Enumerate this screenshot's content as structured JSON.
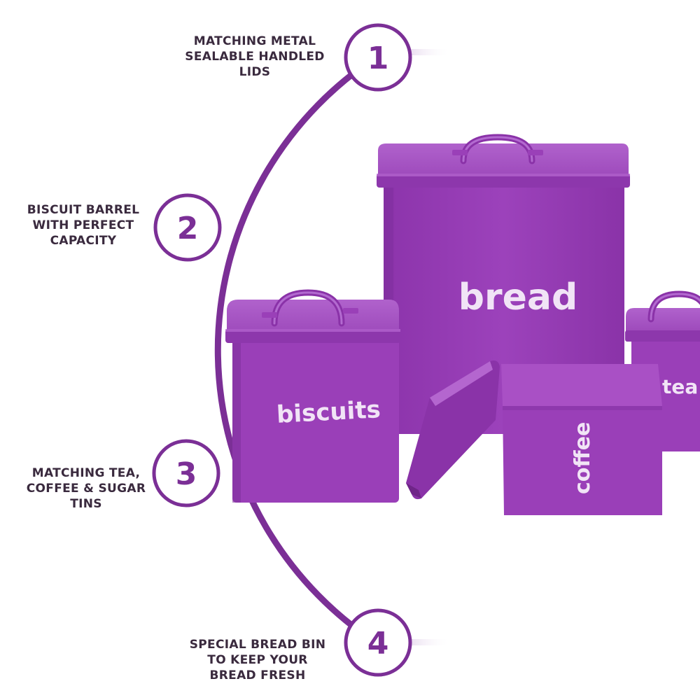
{
  "colors": {
    "accent": "#7b2f96",
    "tin": "#9a3fb8",
    "tin_dark": "#7a2b94",
    "tin_light": "#b463d0",
    "tin_label": "#f1e4f6",
    "text": "#3a2a3e"
  },
  "features": [
    {
      "number": "1",
      "lines": [
        "MATCHING METAL",
        "SEALABLE HANDLED",
        "LIDS"
      ]
    },
    {
      "number": "2",
      "lines": [
        "BISCUIT BARREL",
        "WITH PERFECT",
        "CAPACITY"
      ]
    },
    {
      "number": "3",
      "lines": [
        "MATCHING TEA,",
        "COFFEE & SUGAR",
        "TINS"
      ]
    },
    {
      "number": "4",
      "lines": [
        "SPECIAL BREAD BIN",
        "TO KEEP YOUR",
        "BREAD FRESH"
      ]
    }
  ],
  "tins": {
    "bread": "bread",
    "biscuits": "biscuits",
    "coffee": "coffee",
    "tea": "tea"
  }
}
